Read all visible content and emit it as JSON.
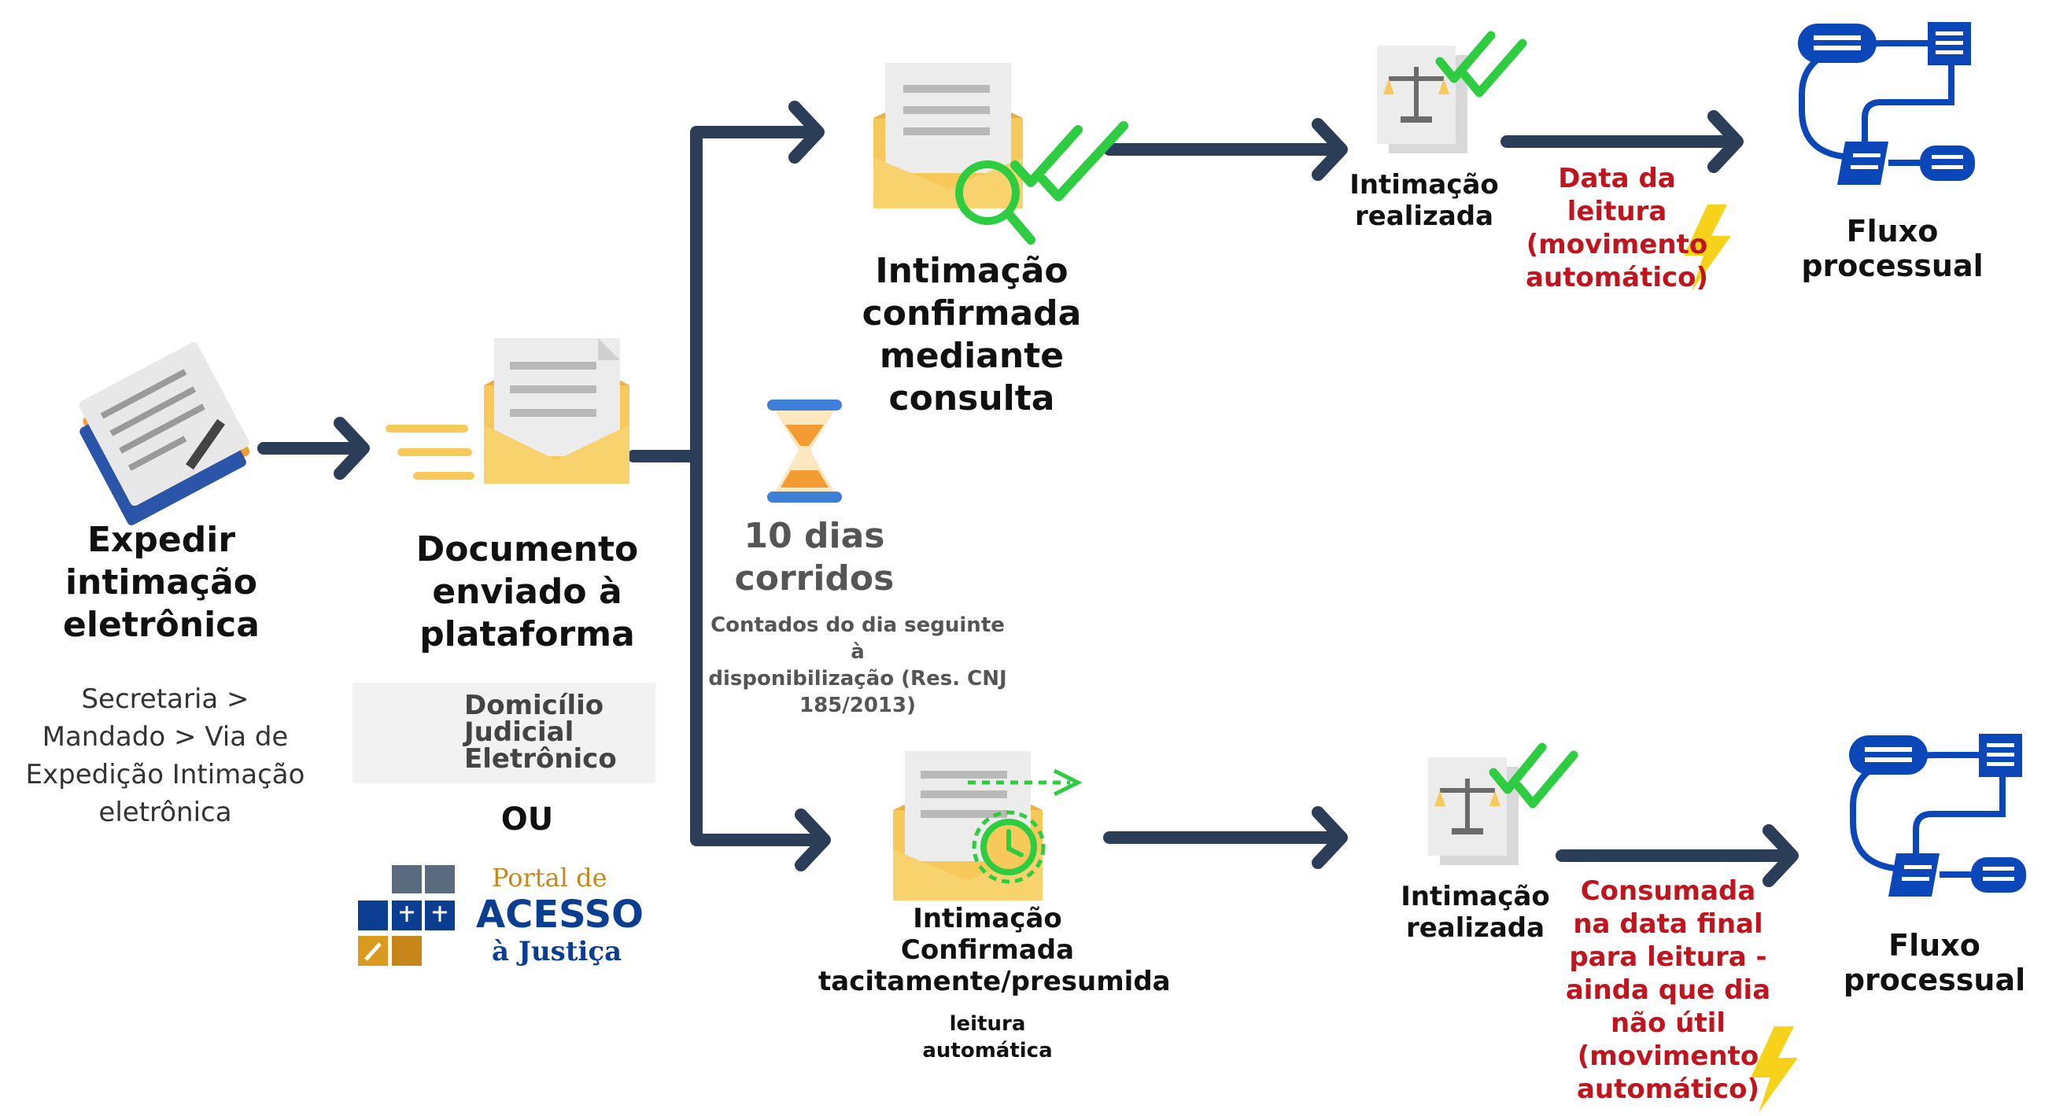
{
  "colors": {
    "arrow": "#2c3e57",
    "envelope": "#f6c95a",
    "check": "#2ecc40",
    "red_text": "#c0141e",
    "flow_blue": "#0b47b8"
  },
  "start": {
    "title": "Expedir\nintimação\neletrônica",
    "path": "Secretaria >\nMandado > Via de\nExpedição Intimação\neletrônica"
  },
  "document": {
    "title": "Documento\nenviado à\nplataforma",
    "or": "OU"
  },
  "domicilio_logo": {
    "line1": "Domicílio",
    "line2": "Judicial",
    "line3": "Eletrônico"
  },
  "portal_logo": {
    "line1": "Portal de",
    "line2": "ACESSO",
    "line3": "à Justiça"
  },
  "wait": {
    "days": "10 dias\ncorridos",
    "note": "Contados do dia seguinte à\ndisponibilização (Res. CNJ\n185/2013)"
  },
  "top_branch": {
    "label": "Intimação\nconfirmada\nmediante\nconsulta",
    "result": "Intimação\nrealizada",
    "movement": "Data da\nleitura\n(movimento\nautomático)",
    "flow": "Fluxo processual"
  },
  "bottom_branch": {
    "label": "Intimação\nConfirmada\ntacitamente/presumida",
    "sub": "leitura\nautomática",
    "result": "Intimação\nrealizada",
    "movement": "Consumada\nna data final\npara leitura -\nainda que dia\nnão útil\n(movimento\nautomático)",
    "flow": "Fluxo processual"
  }
}
